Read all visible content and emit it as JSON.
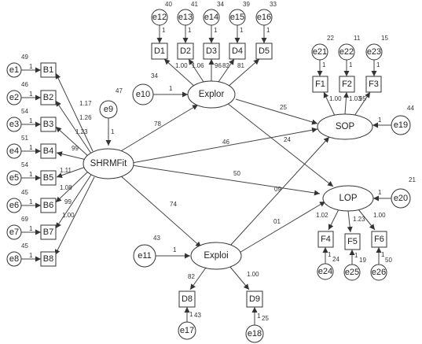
{
  "nodes": {
    "e1": {
      "label": "e1",
      "var": "49"
    },
    "e2": {
      "label": "e2",
      "var": "46"
    },
    "e3": {
      "label": "e3",
      "var": "54"
    },
    "e4": {
      "label": "e4",
      "var": "51"
    },
    "e5": {
      "label": "e5",
      "var": "54"
    },
    "e6": {
      "label": "e6",
      "var": "45"
    },
    "e7": {
      "label": "e7",
      "var": "69"
    },
    "e8": {
      "label": "e8",
      "var": "45"
    },
    "B1": {
      "label": "B1"
    },
    "B2": {
      "label": "B2"
    },
    "B3": {
      "label": "B3"
    },
    "B4": {
      "label": "B4"
    },
    "B5": {
      "label": "B5"
    },
    "B6": {
      "label": "B6"
    },
    "B7": {
      "label": "B7"
    },
    "B8": {
      "label": "B8"
    },
    "SHRMFit": {
      "label": "SHRMFit"
    },
    "e9": {
      "label": "e9",
      "var": "47"
    },
    "e12": {
      "label": "e12",
      "var": "40"
    },
    "e13": {
      "label": "e13",
      "var": "41"
    },
    "e14": {
      "label": "e14",
      "var": "34"
    },
    "e15": {
      "label": "e15",
      "var": "39"
    },
    "e16": {
      "label": "e16",
      "var": "33"
    },
    "D1": {
      "label": "D1"
    },
    "D2": {
      "label": "D2"
    },
    "D3": {
      "label": "D3"
    },
    "D4": {
      "label": "D4"
    },
    "D5": {
      "label": "D5"
    },
    "Explor": {
      "label": "Explor"
    },
    "e10": {
      "label": "e10",
      "var": "34"
    },
    "Exploi": {
      "label": "Exploi"
    },
    "e11": {
      "label": "e11",
      "var": "43"
    },
    "D8": {
      "label": "D8"
    },
    "D9": {
      "label": "D9"
    },
    "e17": {
      "label": "e17",
      "var": "43"
    },
    "e18": {
      "label": "e18",
      "var": "25"
    },
    "e21": {
      "label": "e21",
      "var": "22"
    },
    "e22": {
      "label": "e22",
      "var": "11"
    },
    "e23": {
      "label": "e23",
      "var": "15"
    },
    "F1": {
      "label": "F1"
    },
    "F2": {
      "label": "F2"
    },
    "F3": {
      "label": "F3"
    },
    "SOP": {
      "label": "SOP"
    },
    "e19": {
      "label": "e19",
      "var": "44"
    },
    "LOP": {
      "label": "LOP"
    },
    "e20": {
      "label": "e20",
      "var": "21"
    },
    "F4": {
      "label": "F4"
    },
    "F5": {
      "label": "F5"
    },
    "F6": {
      "label": "F6"
    },
    "e24": {
      "label": "e24",
      "var": "24"
    },
    "e25": {
      "label": "e25",
      "var": "19"
    },
    "e26": {
      "label": "e26",
      "var": "50"
    }
  },
  "weights": {
    "e1_B1": "1",
    "e2_B2": "1",
    "e3_B3": "1",
    "e4_B4": "1",
    "e5_B5": "1",
    "e6_B6": "1",
    "e7_B7": "1",
    "e8_B8": "1",
    "S_B1": "1.17",
    "S_B2": "1.26",
    "S_B3": "1.23",
    "S_B4": "99",
    "S_B5": "1.11",
    "S_B6": "1.08",
    "S_B7": "99",
    "S_B8": "1.00",
    "e9_S": "1",
    "e12_D1": "1",
    "e13_D2": "1",
    "e14_D3": "1",
    "e15_D4": "1",
    "e16_D5": "1",
    "X_D1": "1.00",
    "X_D2": "1.06",
    "X_D3": "96",
    "X_D4": "82",
    "X_D5": "81",
    "e10_X": "1",
    "S_X": "78",
    "S_I": "74",
    "S_SOP": "46",
    "S_LOP": "50",
    "X_SOP": "25",
    "X_LOP": "24",
    "I_SOP": "09",
    "I_LOP": "01",
    "e11_I": "1",
    "I_D8": "82",
    "I_D9": "1.00",
    "e17_D8": "1",
    "e18_D9": "1",
    "e21_F1": "1",
    "e22_F2": "1",
    "e23_F3": "1",
    "SOP_F1": "1.00",
    "SOP_F2": "1.03",
    "SOP_F3": "95",
    "e19_SOP": "1",
    "e20_LOP": "1",
    "LOP_F4": "1.02",
    "LOP_F5": "1.23",
    "LOP_F6": "1.00",
    "e24_F4": "1",
    "e25_F5": "1",
    "e26_F6": "1"
  }
}
